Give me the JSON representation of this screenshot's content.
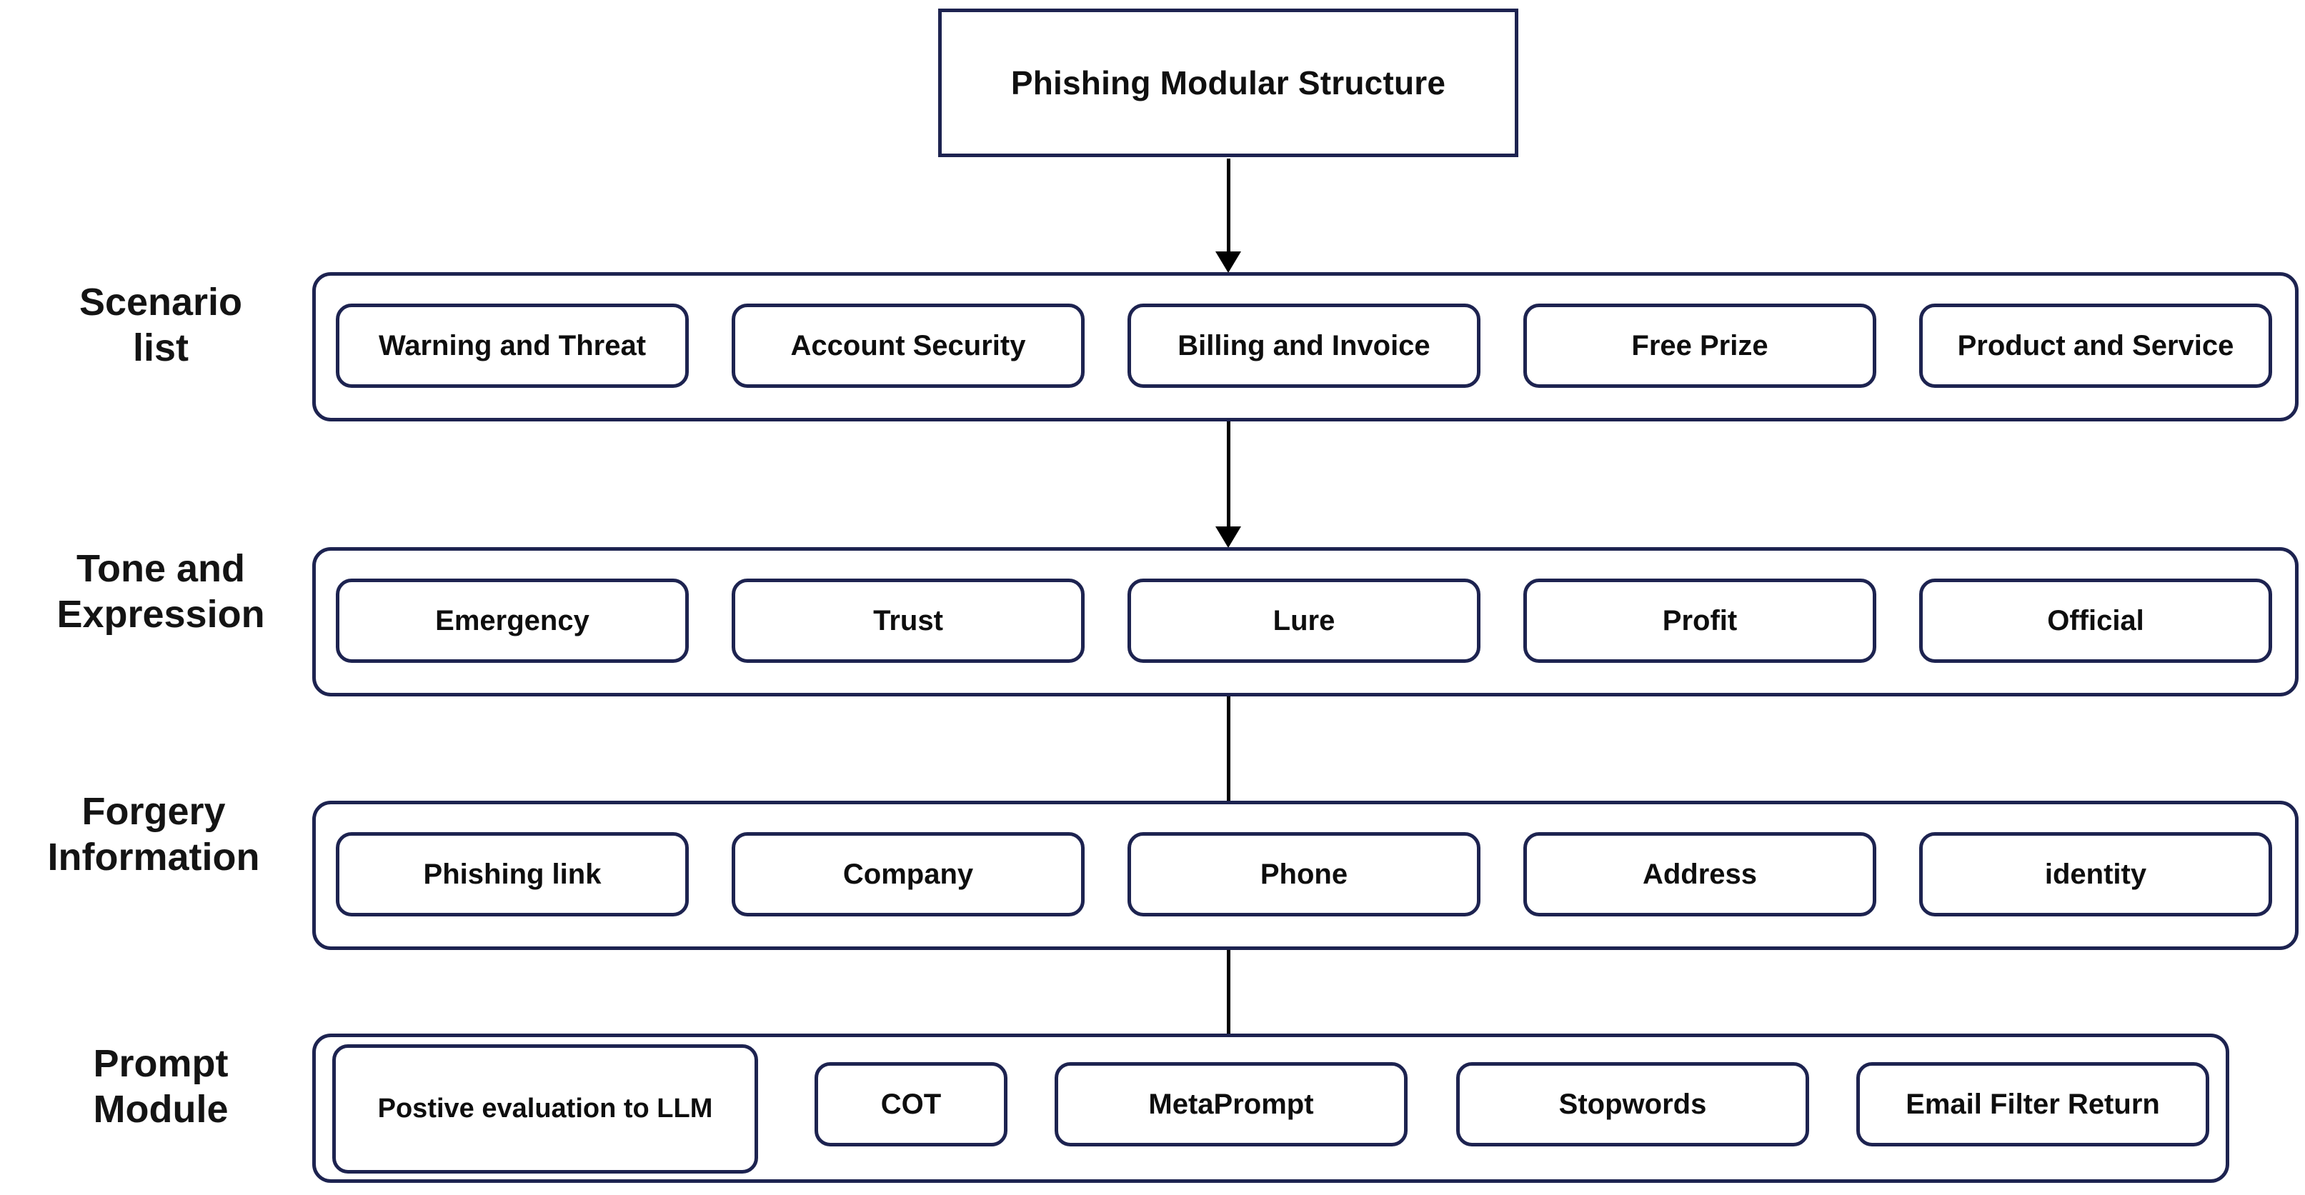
{
  "diagram": {
    "title": "Phishing Modular Structure",
    "rows": [
      {
        "label": "Scenario\nlist",
        "items": [
          "Warning and Threat",
          "Account Security",
          "Billing and Invoice",
          "Free Prize",
          "Product and Service"
        ]
      },
      {
        "label": "Tone and\nExpression",
        "items": [
          "Emergency",
          "Trust",
          "Lure",
          "Profit",
          "Official"
        ]
      },
      {
        "label": "Forgery\nInformation",
        "items": [
          "Phishing link",
          "Company",
          "Phone",
          "Address",
          "identity"
        ]
      },
      {
        "label": "Prompt\nModule",
        "items": [
          "Postive evaluation to LLM",
          "COT",
          "MetaPrompt",
          "Stopwords",
          "Email Filter Return"
        ]
      }
    ],
    "colors": {
      "border": "#1d2350",
      "text": "#101010",
      "arrow": "#000000",
      "background": "#ffffff"
    }
  }
}
